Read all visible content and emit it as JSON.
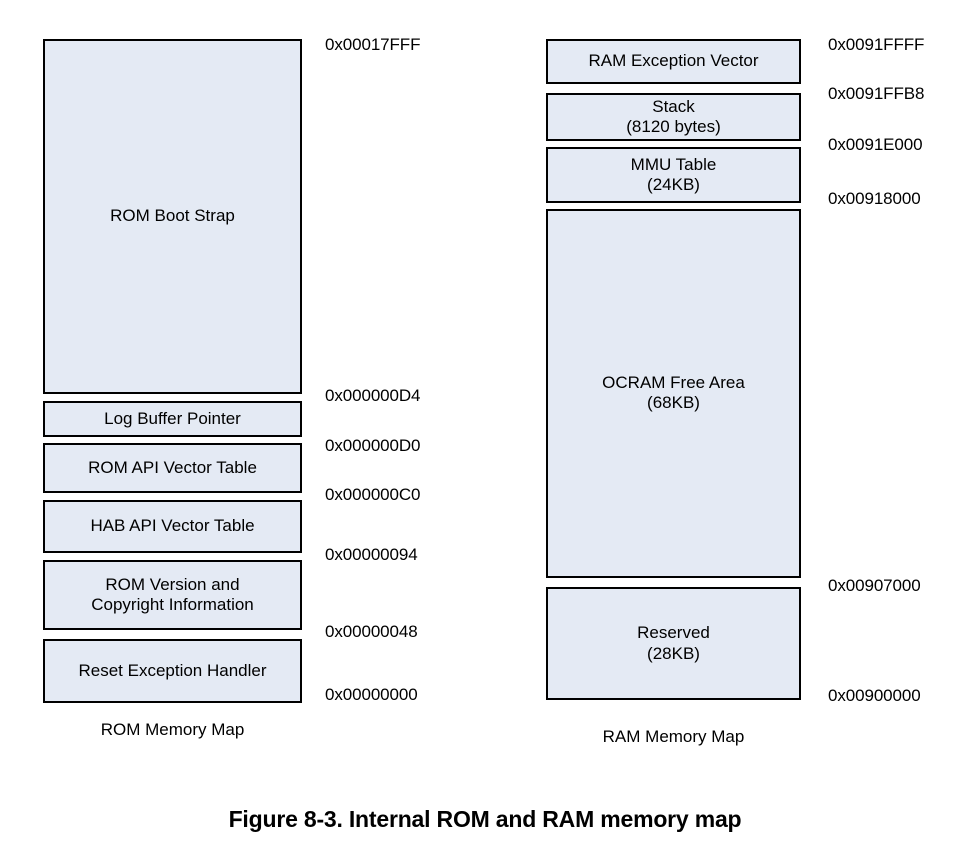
{
  "figure": {
    "caption": "Figure 8-3. Internal ROM and RAM memory map"
  },
  "rom_map": {
    "caption": "ROM Memory Map",
    "blocks": [
      {
        "name": "rom-boot-strap",
        "line1": "ROM Boot Strap",
        "line2": ""
      },
      {
        "name": "log-buffer-pointer",
        "line1": "Log Buffer Pointer",
        "line2": ""
      },
      {
        "name": "rom-api-vector-table",
        "line1": "ROM API Vector Table",
        "line2": ""
      },
      {
        "name": "hab-api-vector-table",
        "line1": "HAB API Vector Table",
        "line2": ""
      },
      {
        "name": "rom-version-and-copyright",
        "line1": "ROM Version and",
        "line2": "Copyright Information"
      },
      {
        "name": "reset-exception-handler",
        "line1": "Reset Exception Handler",
        "line2": ""
      }
    ],
    "addresses": [
      "0x00017FFF",
      "0x000000D4",
      "0x000000D0",
      "0x000000C0",
      "0x00000094",
      "0x00000048",
      "0x00000000"
    ]
  },
  "ram_map": {
    "caption": "RAM Memory Map",
    "blocks": [
      {
        "name": "ram-exception-vector",
        "line1": "RAM Exception Vector",
        "line2": ""
      },
      {
        "name": "stack",
        "line1": "Stack",
        "line2": "(8120 bytes)"
      },
      {
        "name": "mmu-table",
        "line1": "MMU Table",
        "line2": "(24KB)"
      },
      {
        "name": "ocram-free-area",
        "line1": "OCRAM Free Area",
        "line2": "(68KB)"
      },
      {
        "name": "reserved",
        "line1": "Reserved",
        "line2": "(28KB)"
      }
    ],
    "addresses": [
      "0x0091FFFF",
      "0x0091FFB8",
      "0x0091E000",
      "0x00918000",
      "0x00907000",
      "0x00900000"
    ]
  },
  "colors": {
    "block_fill": "#e4eaf4",
    "block_border": "#000000",
    "text": "#000000",
    "background": "#ffffff"
  }
}
